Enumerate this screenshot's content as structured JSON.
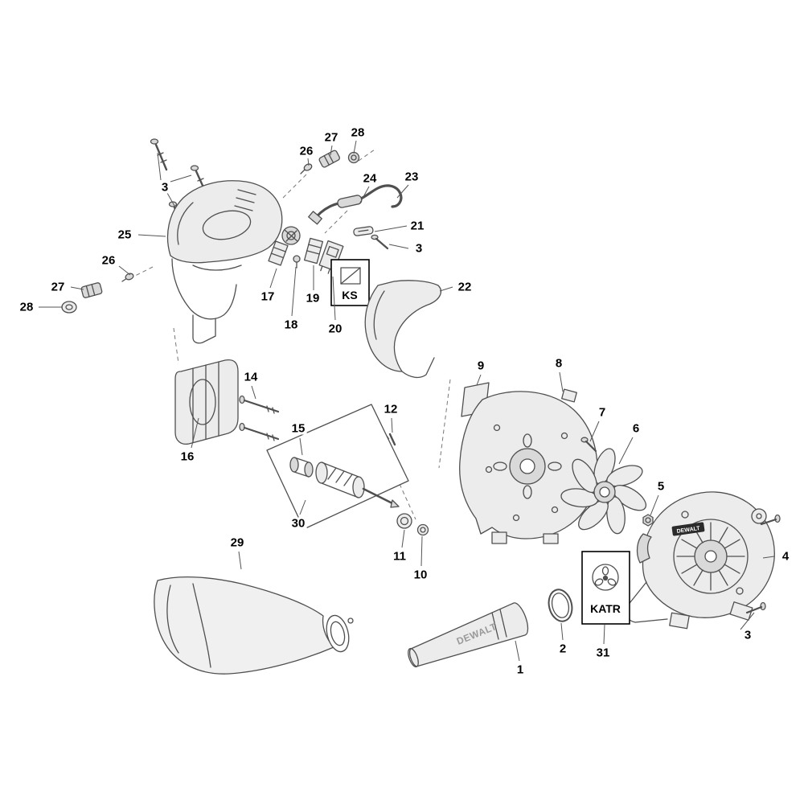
{
  "diagram": {
    "background": "#ffffff",
    "line_color": "#4f4f4f",
    "label_color": "#000000"
  },
  "brand": {
    "name": "DEWALT"
  },
  "boxes": {
    "ks_label": "KS",
    "katr_label": "KATR"
  },
  "part_labels": [
    "3",
    "26",
    "27",
    "28",
    "24",
    "23",
    "21",
    "3",
    "25",
    "26",
    "27",
    "28",
    "17",
    "18",
    "19",
    "20",
    "22",
    "16",
    "14",
    "15",
    "30",
    "12",
    "11",
    "10",
    "9",
    "8",
    "7",
    "6",
    "5",
    "4",
    "3",
    "29",
    "1",
    "2",
    "31"
  ]
}
